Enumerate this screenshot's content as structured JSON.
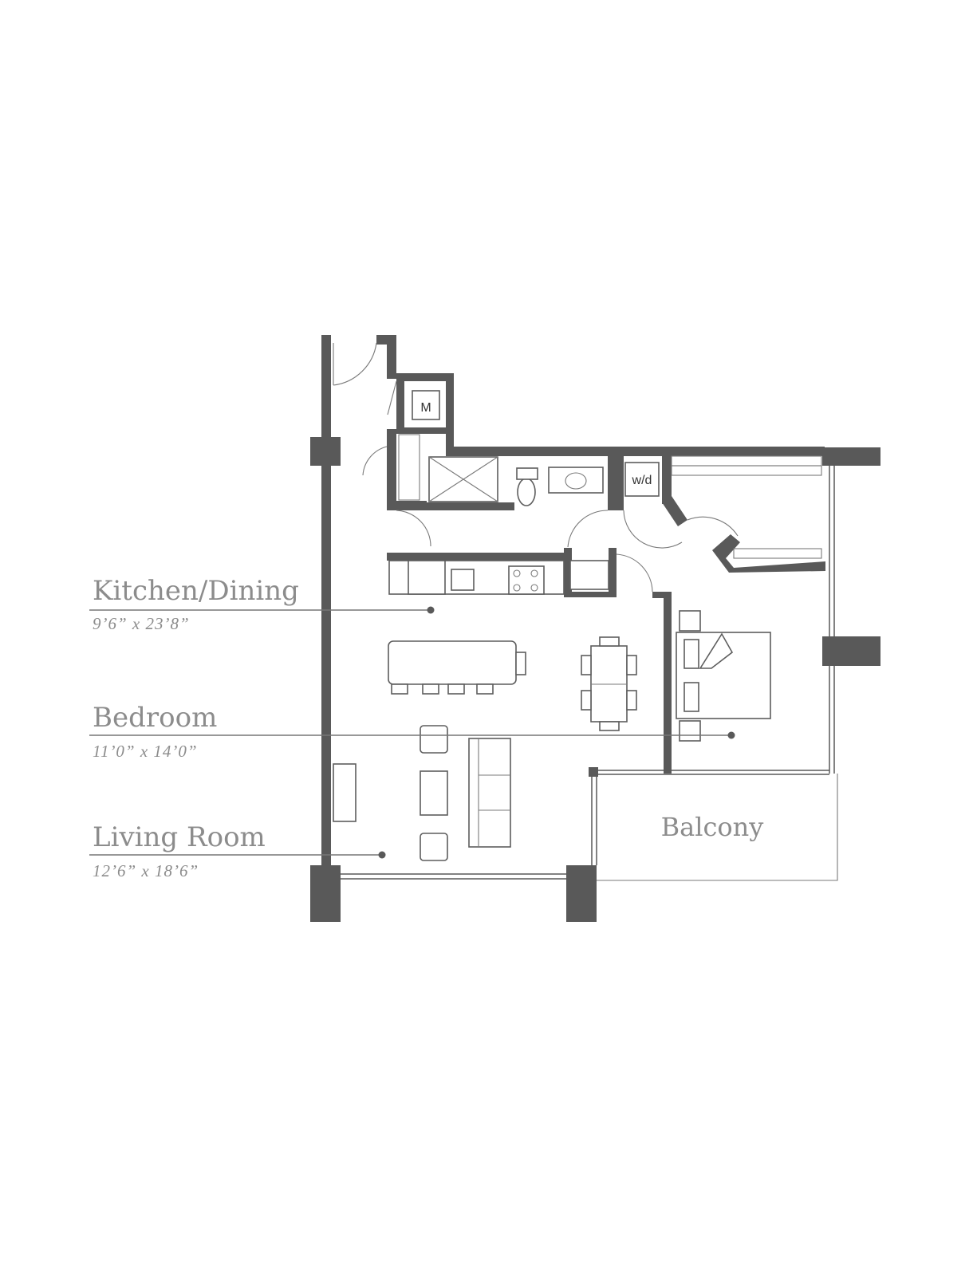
{
  "rooms": {
    "kitchen_dining": {
      "name": "Kitchen/Dining",
      "dims": "9’6” x  23’8”"
    },
    "bedroom": {
      "name": "Bedroom",
      "dims": "11’0” x 14’0”"
    },
    "living_room": {
      "name": "Living Room",
      "dims": "12’6” x 18’6”"
    },
    "balcony": {
      "name": "Balcony"
    }
  },
  "fixtures": {
    "mechanical": "M",
    "washer_dryer": "w/d"
  },
  "colors": {
    "wall": "#595959",
    "label_text": "#8c8c8c",
    "background": "#ffffff"
  }
}
